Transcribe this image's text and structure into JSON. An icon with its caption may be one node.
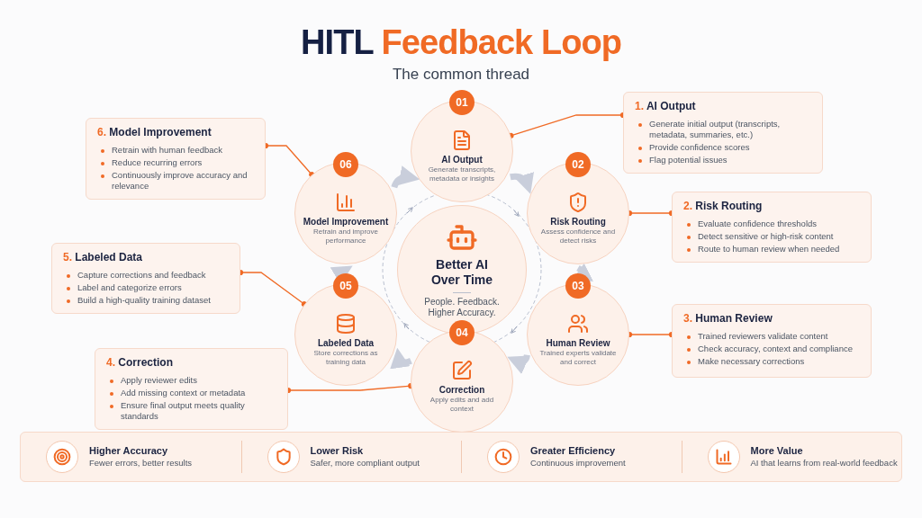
{
  "diagram": {
    "title": "HITL Feedback Loop",
    "nodes": [
      {
        "text": [
          "Better AI Over Time",
          "People. Feedback. Higher Accuracy."
        ]
      },
      {
        "text": [
          "01",
          "AI Output",
          "Generate transcripts, metadata or insights"
        ]
      },
      {
        "text": [
          "02",
          "Risk Routing",
          "Assess confidence and detect risks"
        ]
      },
      {
        "text": [
          "03",
          "Human Review",
          "Trained experts validate and correct"
        ]
      },
      {
        "text": [
          "04",
          "Correction",
          "Apply edits and add context"
        ]
      },
      {
        "text": [
          "05",
          "Labeled Data",
          "Store corrections as training data"
        ]
      },
      {
        "text": [
          "06",
          "Model Improvement",
          "Retrain and improve performance"
        ]
      },
      {
        "text": [
          "1. AI Output",
          "Generate initial output (transcripts, metadata, summaries, etc.)",
          "Provide confidence scores",
          "Flag potential issues"
        ]
      },
      {
        "text": [
          "2. Risk Routing",
          "Evaluate confidence thresholds",
          "Detect sensitive or high-risk content",
          "Route to human review when needed"
        ]
      },
      {
        "text": [
          "3. Human Review",
          "Trained reviewers validate content",
          "Check accuracy, context and compliance",
          "Make necessary corrections"
        ]
      },
      {
        "text": [
          "4. Correction",
          "Apply reviewer edits",
          "Add missing context or metadata",
          "Ensure final output meets quality standards"
        ]
      },
      {
        "text": [
          "5. Labeled Data",
          "Capture corrections and feedback",
          "Label and categorize errors",
          "Build a high-quality training dataset"
        ]
      },
      {
        "text": [
          "6. Model Improvement",
          "Retrain with human feedback",
          "Reduce recurring errors",
          "Continuously improve accuracy and relevance"
        ]
      },
      {
        "text": [],
        "shape": "box"
      },
      {
        "text": [
          "Higher Accuracy",
          "Fewer errors, better results"
        ],
        "in": 13
      },
      {
        "text": [
          "Lower Risk",
          "Safer, more compliant output"
        ],
        "in": 13
      },
      {
        "text": [
          "Greater Efficiency",
          "Continuous improvement"
        ],
        "in": 13
      },
      {
        "text": [
          "More Value",
          "AI that learns from real-world feedback"
        ],
        "in": 13
      }
    ],
    "edges": [
      {
        "from": 1,
        "to": 2,
        "arrow": "to",
        "style": "thick"
      },
      {
        "from": 2,
        "to": 3,
        "arrow": "to",
        "style": "thick"
      },
      {
        "from": 3,
        "to": 4,
        "arrow": "to",
        "style": "thick"
      },
      {
        "from": 4,
        "to": 5,
        "arrow": "to",
        "style": "thick"
      },
      {
        "from": 5,
        "to": 6,
        "arrow": "to",
        "style": "thick"
      },
      {
        "from": 6,
        "to": 1,
        "arrow": "to",
        "style": "thick"
      },
      {
        "from": 7,
        "to": 1,
        "arrow": "other",
        "color": "#f06a25"
      },
      {
        "from": 8,
        "to": 2,
        "arrow": "other",
        "color": "#f06a25"
      },
      {
        "from": 9,
        "to": 3,
        "arrow": "other",
        "color": "#f06a25"
      },
      {
        "from": 10,
        "to": 4,
        "arrow": "other",
        "color": "#f06a25"
      },
      {
        "from": 11,
        "to": 5,
        "arrow": "other",
        "color": "#f06a25"
      },
      {
        "from": 12,
        "to": 6,
        "arrow": "other",
        "color": "#f06a25"
      }
    ],
    "labels": [
      "The common thread"
    ]
  }
}
